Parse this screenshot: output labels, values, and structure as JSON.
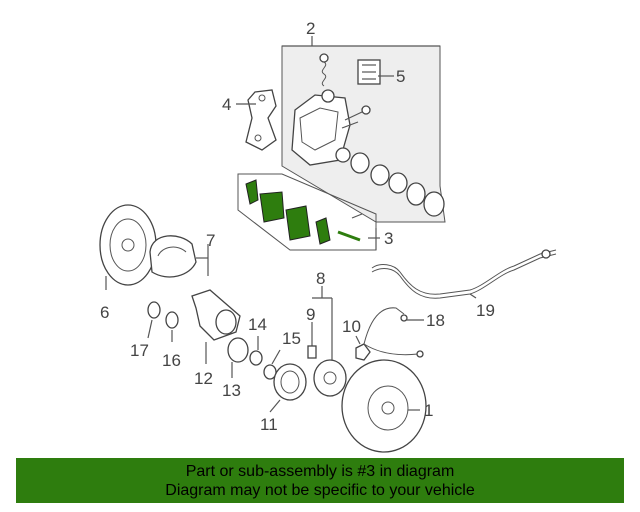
{
  "banner": {
    "line1": "Part or sub-assembly is #3 in diagram",
    "line2": "Diagram may not be specific to your vehicle",
    "color": "#2e7d0e"
  },
  "highlight_color": "#2e7d0e",
  "callouts": {
    "c1": "1",
    "c2": "2",
    "c3": "3",
    "c4": "4",
    "c5": "5",
    "c6": "6",
    "c7": "7",
    "c8": "8",
    "c9": "9",
    "c10": "10",
    "c11": "11",
    "c12": "12",
    "c13": "13",
    "c14": "14",
    "c15": "15",
    "c16": "16",
    "c17": "17",
    "c18": "18",
    "c19": "19"
  }
}
